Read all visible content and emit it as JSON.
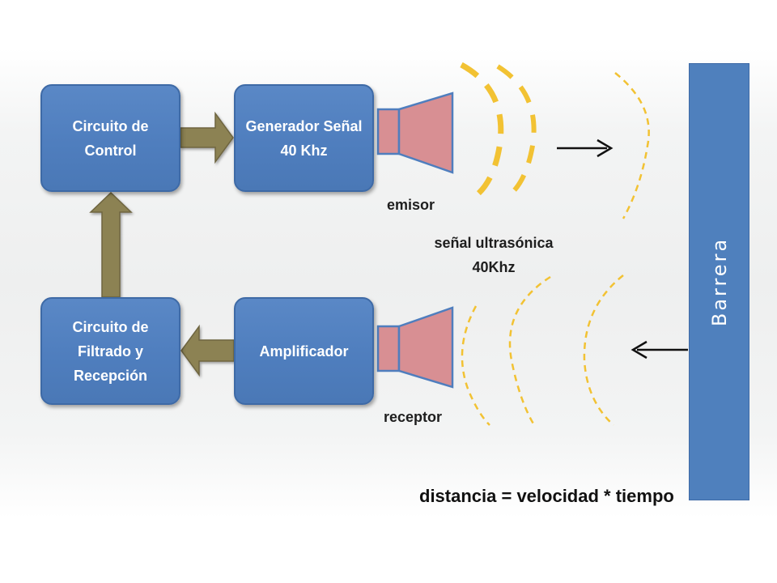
{
  "blocks": {
    "control": [
      "Circuito de",
      "Control"
    ],
    "generator": [
      "Generador Señal",
      "40 Khz"
    ],
    "filter": [
      "Circuito de",
      "Filtrado y",
      "Recepción"
    ],
    "amplifier": [
      "Amplificador"
    ]
  },
  "labels": {
    "emitter": "emisor",
    "receiver": "receptor",
    "signal_line1": "señal ultrasónica",
    "signal_line2": "40Khz",
    "formula": "distancia = velocidad * tiempo",
    "barrier": "Barrera"
  },
  "colors": {
    "block_fill": "#4f7ebe",
    "barrier_fill": "#4f80bd",
    "block_arrow": "#8c8253",
    "transducer_fill": "#d88f93",
    "wave": "#f2c233"
  }
}
